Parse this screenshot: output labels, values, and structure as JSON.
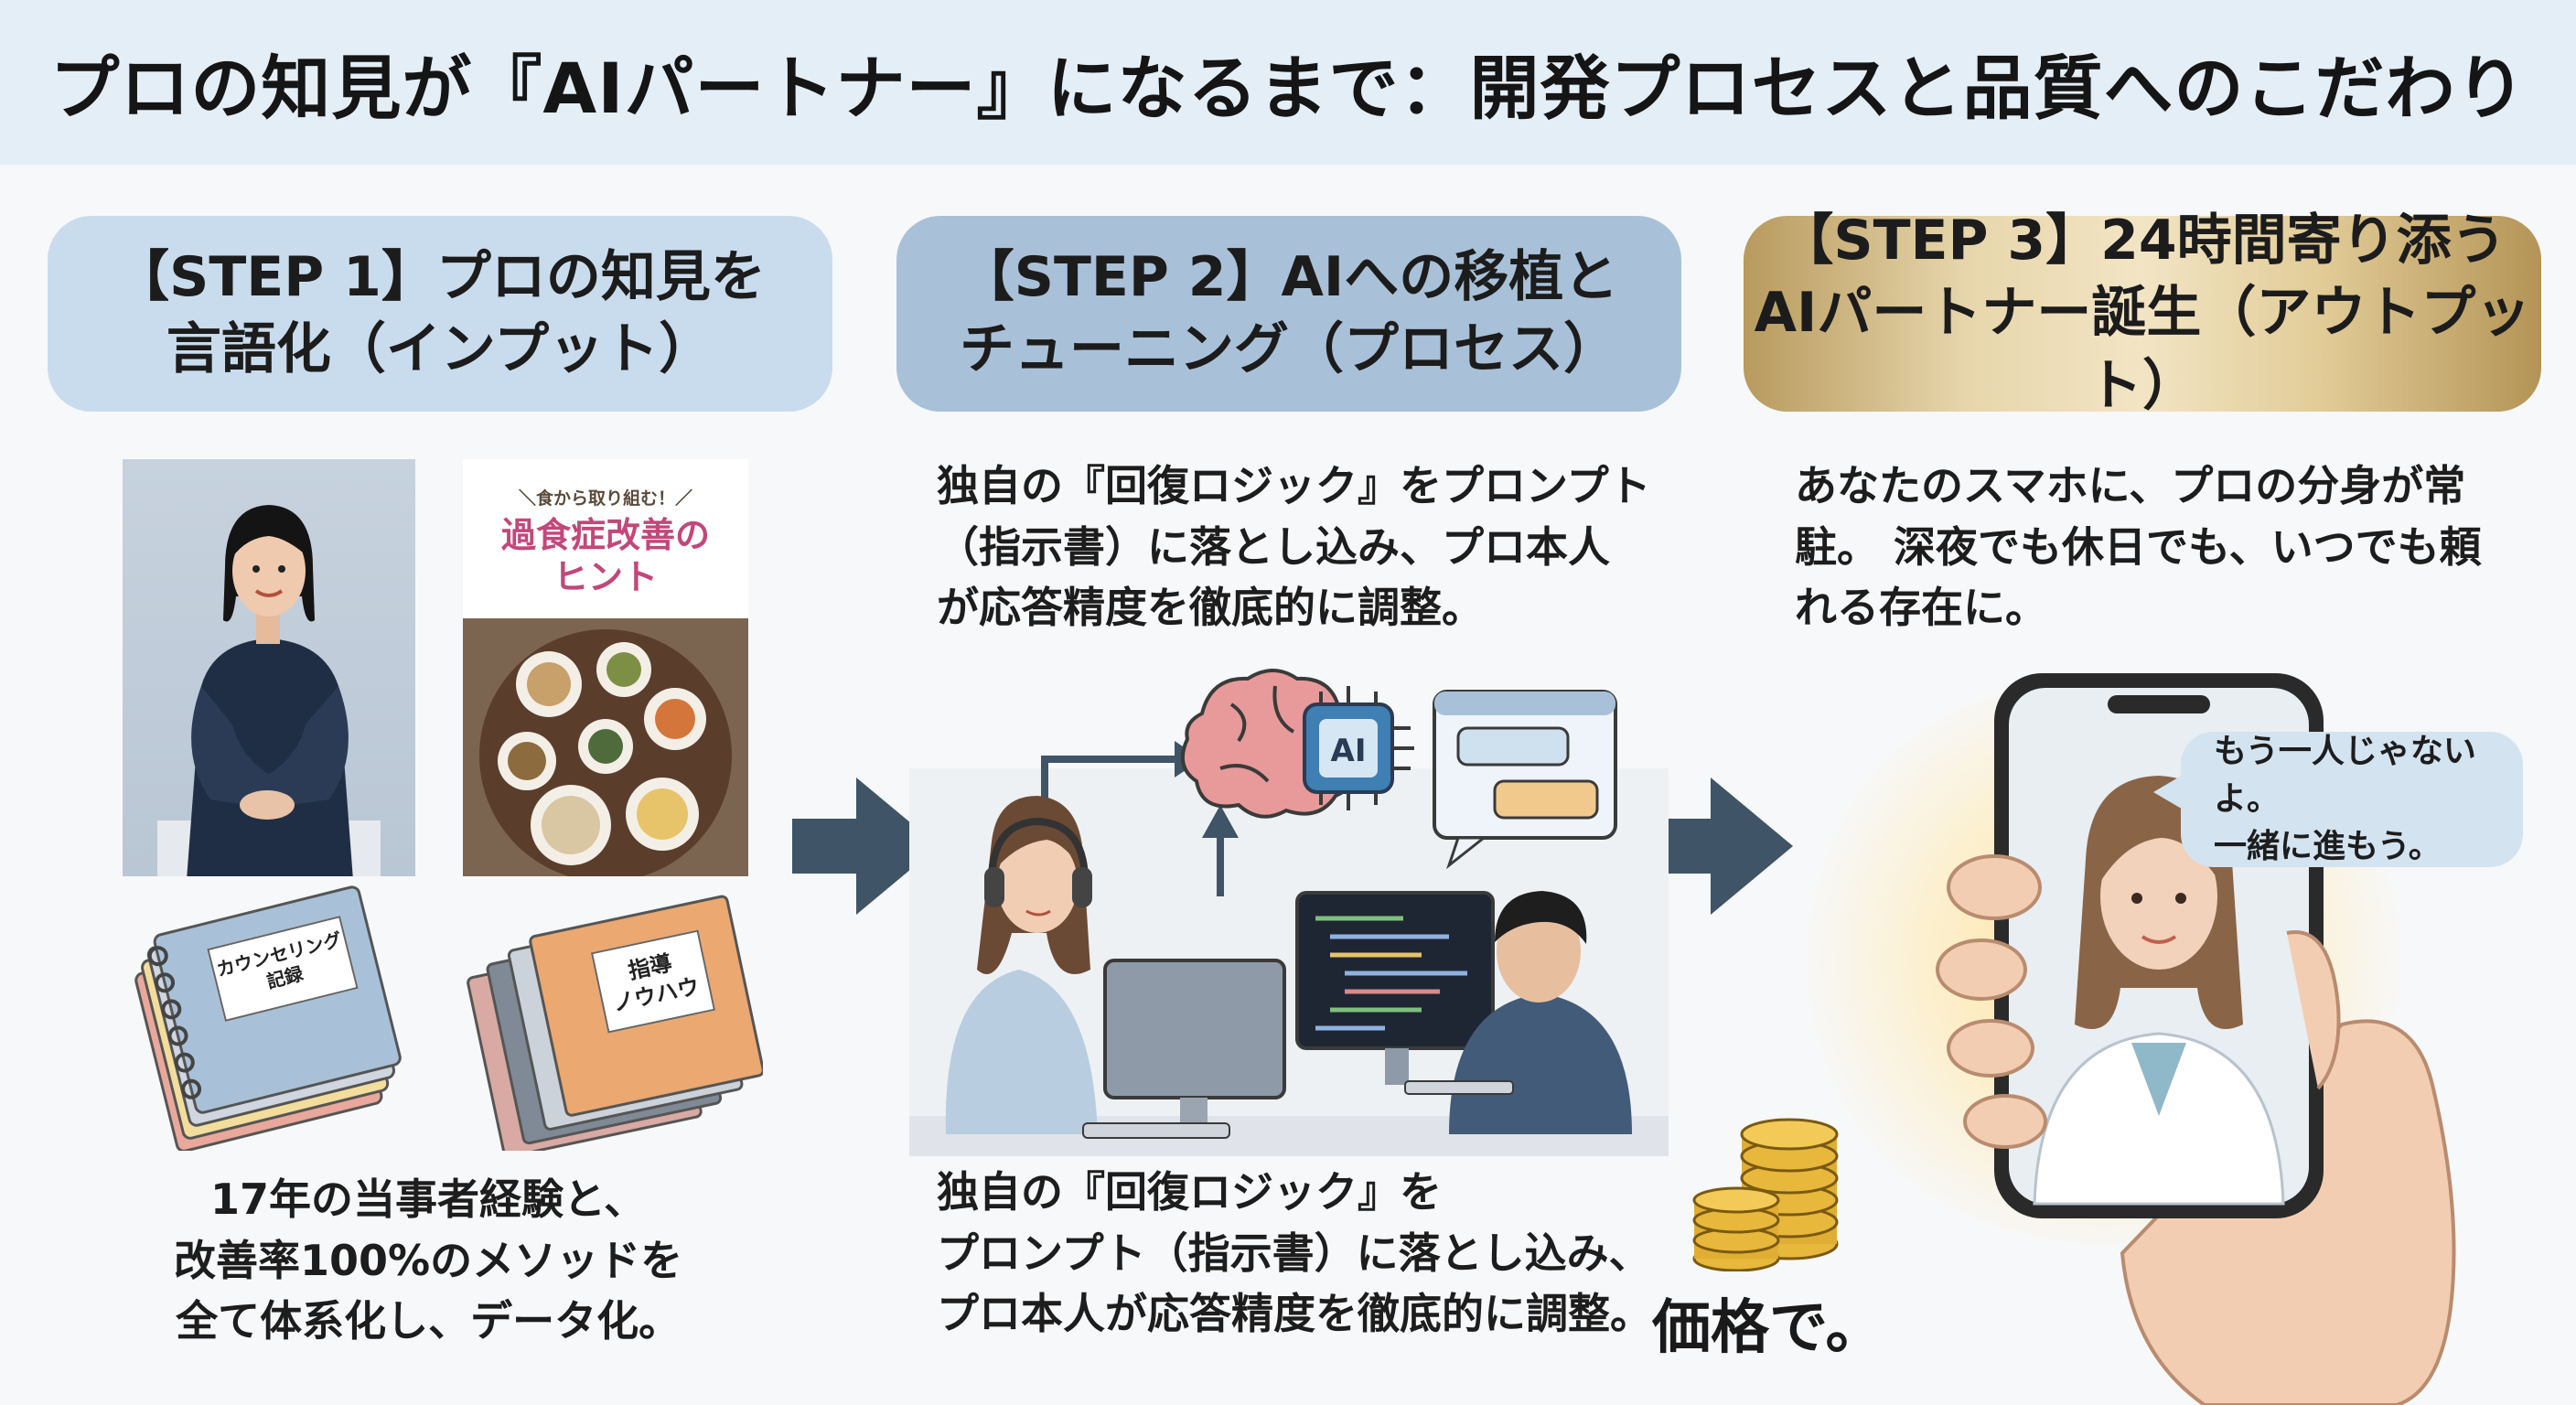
{
  "title": "プロの知見が『AIパートナー』になるまで：開発プロセスと品質へのこだわり",
  "step1": {
    "heading": [
      "【STEP 1】プロの知見を",
      "言語化（インプット）"
    ],
    "cookbook_subtitle": "＼食から取り組む！／",
    "cookbook_title": [
      "過食症改善の",
      "ヒント"
    ],
    "binder_label": [
      "カウンセリング",
      "記録"
    ],
    "folder_label": [
      "指導",
      "ノウハウ"
    ],
    "bottom_text": [
      "17年の当事者経験と、",
      "改善率100%のメソッドを",
      "全て体系化し、データ化。"
    ]
  },
  "step2": {
    "heading": [
      "【STEP 2】AIへの移植と",
      "チューニング（プロセス）"
    ],
    "top_text": [
      "独自の『回復ロジック』をプロンプト",
      "（指示書）に落とし込み、プロ本人",
      "が応答精度を徹底的に調整。"
    ],
    "chip_label": "AI",
    "bottom_text": [
      "独自の『回復ロジック』を",
      "プロンプト（指示書）に落とし込み、",
      "プロ本人が応答精度を徹底的に調整。"
    ]
  },
  "step3": {
    "heading": [
      "【STEP 3】24時間寄り添う",
      "AIパートナー誕生（アウトプット）"
    ],
    "top_text": [
      "あなたのスマホに、プロの分身が常",
      "駐。 深夜でも休日でも、いつでも頼",
      "れる存在に。"
    ],
    "bubble": [
      "もう一人じゃないよ。",
      "一緒に進もう。"
    ],
    "price_text": "価格で。"
  },
  "colors": {
    "title_band": "#e4eef6",
    "step1_box": "#c9dced",
    "step2_box": "#a9c1d8",
    "step3_box_gold": "#e7d6ac",
    "arrow": "#3f5466",
    "bubble": "#d3e3f0"
  },
  "icons": [
    "brain-icon",
    "ai-chip-icon",
    "chat-window-icon",
    "arrow-right-icon",
    "coin-stack-icon"
  ]
}
